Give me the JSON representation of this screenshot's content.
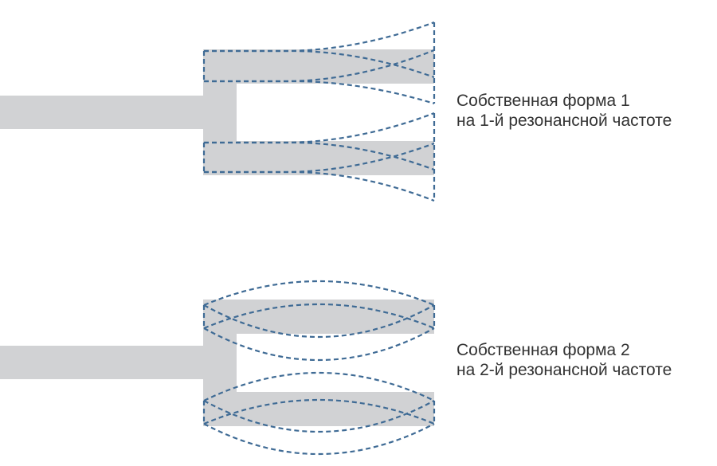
{
  "modes": [
    {
      "line1": "Собственная форма 1",
      "line2": "на 1-й резонансной частоте"
    },
    {
      "line1": "Собственная форма 2",
      "line2": "на 2-й резонансной частоте"
    }
  ],
  "colors": {
    "beam": "#d1d2d4",
    "deformation": "#3f6b95",
    "text": "#333333"
  }
}
